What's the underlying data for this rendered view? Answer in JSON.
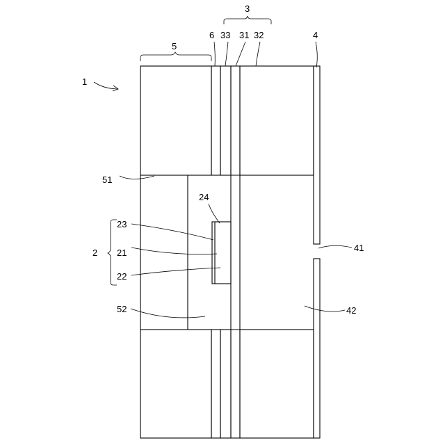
{
  "figure": {
    "labels": {
      "device": "1",
      "holder_group": "2",
      "holder_21": "21",
      "holder_22": "22",
      "holder_23": "23",
      "holder_24": "24",
      "stack_group": "3",
      "layer_31": "31",
      "layer_32": "32",
      "layer_33": "33",
      "layer_4": "4",
      "hole_41": "41",
      "cavity_42": "42",
      "block_group": "5",
      "edge_51": "51",
      "space_52": "52",
      "layer_6": "6"
    }
  }
}
